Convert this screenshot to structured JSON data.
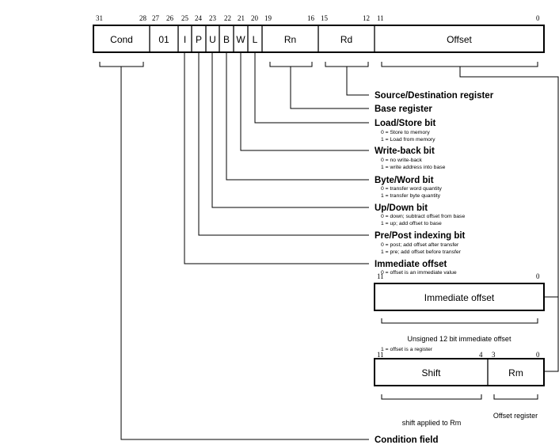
{
  "instruction_word": {
    "bit_numbers": [
      "31",
      "28",
      "27",
      "26",
      "25",
      "24",
      "23",
      "22",
      "21",
      "20",
      "19",
      "16",
      "15",
      "12",
      "11",
      "0"
    ],
    "fields": [
      "Cond",
      "01",
      "I",
      "P",
      "U",
      "B",
      "W",
      "L",
      "Rn",
      "Rd",
      "Offset"
    ]
  },
  "descriptions": [
    {
      "title": "Source/Destination register",
      "lines": []
    },
    {
      "title": "Base register",
      "lines": []
    },
    {
      "title": "Load/Store bit",
      "lines": [
        "0 = Store to memory",
        "1 = Load from memory"
      ]
    },
    {
      "title": "Write-back bit",
      "lines": [
        "0 = no write-back",
        "1 = write address into base"
      ]
    },
    {
      "title": "Byte/Word bit",
      "lines": [
        "0 = transfer word quantity",
        "1 = transfer byte quantity"
      ]
    },
    {
      "title": "Up/Down bit",
      "lines": [
        "0 = down; subtract offset from base",
        "1 = up; add offset to base"
      ]
    },
    {
      "title": "Pre/Post indexing bit",
      "lines": [
        "0 = post; add offset after transfer",
        "1 = pre; add offset before transfer"
      ]
    },
    {
      "title": "Immediate offset",
      "lines": [
        "0 = offset is an immediate value"
      ]
    },
    {
      "title": "Condition field",
      "lines": []
    }
  ],
  "immediate_format": {
    "bit_high": "11",
    "bit_low": "0",
    "field": "Immediate offset",
    "caption": "Unsigned 12 bit immediate offset"
  },
  "register_format": {
    "note": "1 = offset is a register",
    "bit_numbers": [
      "11",
      "4",
      "3",
      "0"
    ],
    "fields": [
      "Shift",
      "Rm"
    ],
    "shift_caption": "shift applied to Rm",
    "rm_caption": "Offset register"
  }
}
